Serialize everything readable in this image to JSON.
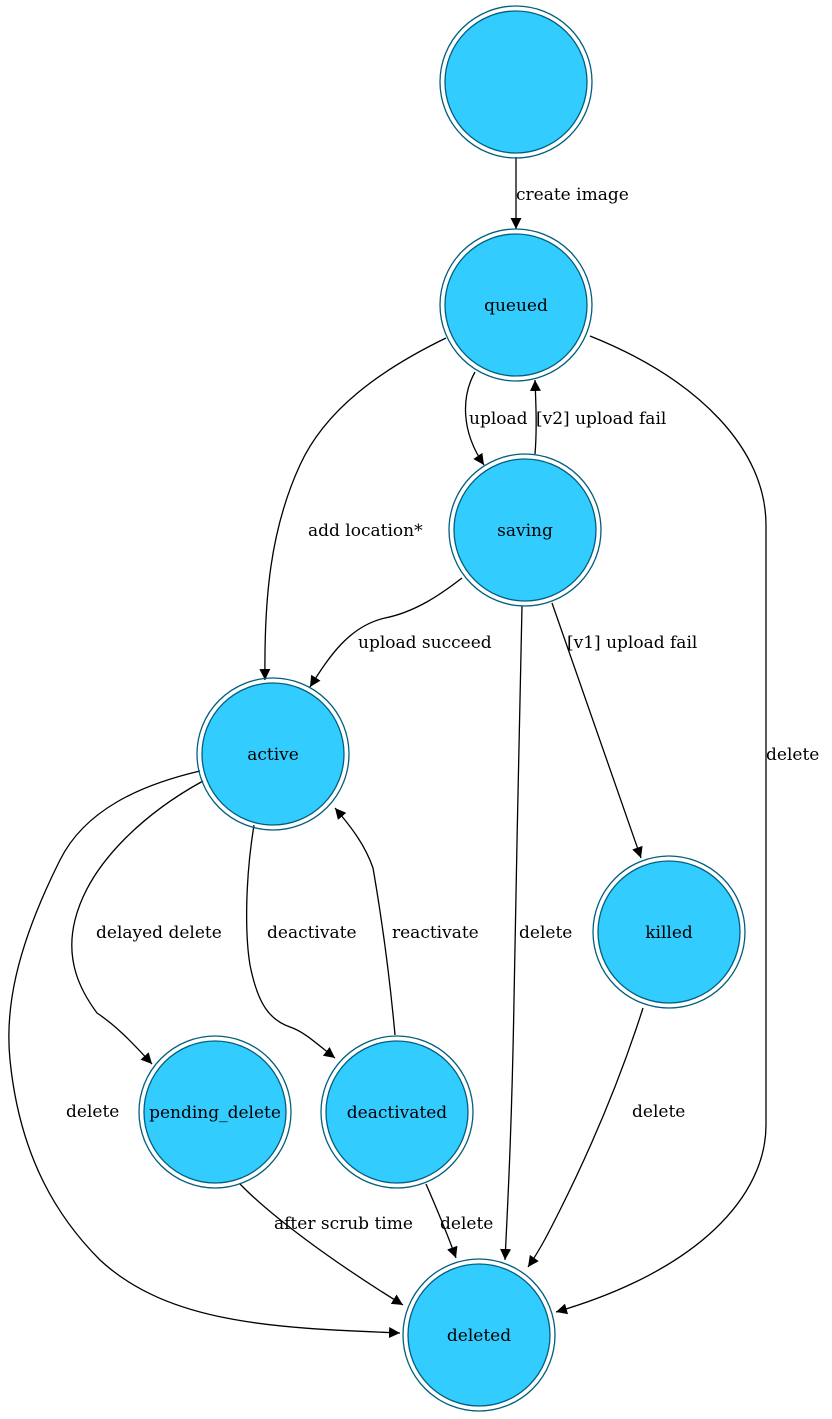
{
  "colors": {
    "node_fill": "#33ccff",
    "node_stroke": "#005f7f",
    "edge": "#000000",
    "background": "#ffffff"
  },
  "nodes": {
    "start": "",
    "queued": "queued",
    "saving": "saving",
    "active": "active",
    "killed": "killed",
    "pending_delete": "pending_delete",
    "deactivated": "deactivated",
    "deleted": "deleted"
  },
  "edges": {
    "create_image": "create image",
    "upload": "upload",
    "v2_upload_fail": "[v2] upload fail",
    "add_location": "add location*",
    "upload_succeed": "upload succeed",
    "v1_upload_fail": "[v1] upload fail",
    "queued_delete": "delete",
    "delayed_delete": "delayed delete",
    "deactivate": "deactivate",
    "reactivate": "reactivate",
    "saving_delete": "delete",
    "active_delete": "delete",
    "killed_delete": "delete",
    "after_scrub_time": "after scrub time",
    "deactivated_delete": "delete"
  }
}
